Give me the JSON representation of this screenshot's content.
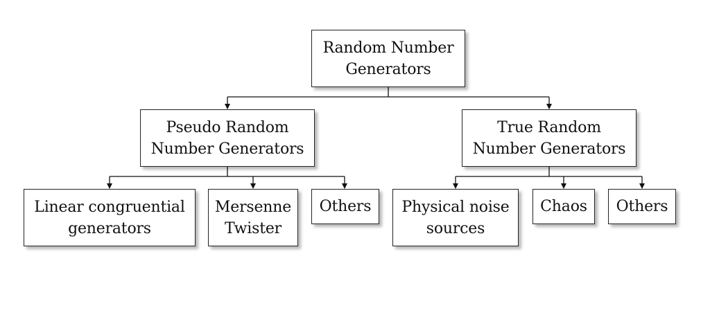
{
  "diagram": {
    "root": {
      "label": "Random Number\nGenerators"
    },
    "branches": [
      {
        "label": "Pseudo Random\nNumber Generators",
        "children": [
          {
            "label": "Linear congruential\ngenerators"
          },
          {
            "label": "Mersenne\nTwister"
          },
          {
            "label": "Others"
          }
        ]
      },
      {
        "label": "True Random\nNumber Generators",
        "children": [
          {
            "label": "Physical noise\nsources"
          },
          {
            "label": "Chaos"
          },
          {
            "label": "Others"
          }
        ]
      }
    ],
    "colors": {
      "line": "#111111",
      "box_border": "#222222",
      "box_fill": "#ffffff"
    }
  }
}
